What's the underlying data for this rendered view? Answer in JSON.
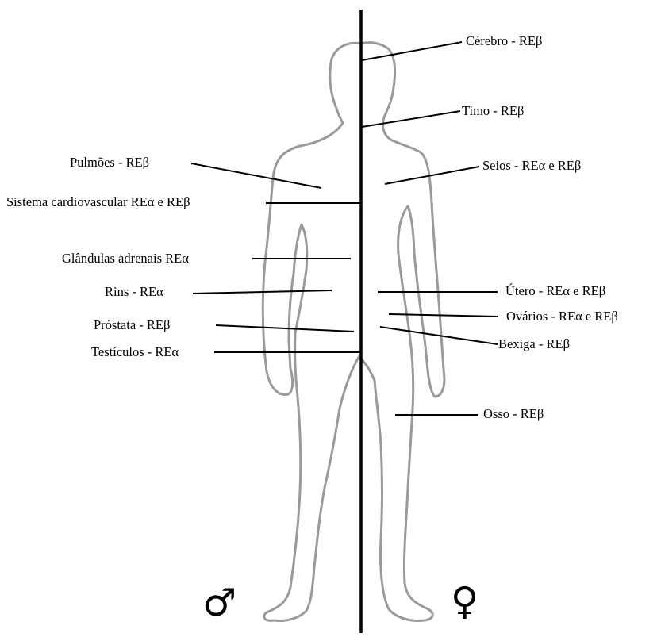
{
  "labels": {
    "male": {
      "pulmoes": "Pulmões - REβ",
      "cardio": "Sistema cardiovascular REα e REβ",
      "adrenais": "Glândulas adrenais REα",
      "rins": "Rins - REα",
      "prostata": "Próstata - REβ",
      "testiculos": "Testículos - REα"
    },
    "female": {
      "cerebro": "Cérebro - REβ",
      "timo": "Timo - REβ",
      "seios": "Seios - REα e REβ",
      "utero": "Útero - REα e REβ",
      "ovarios": "Ovários - REα e REβ",
      "bexiga": "Bexiga - REβ",
      "osso": "Osso - REβ"
    }
  },
  "symbols": {
    "male": "♂",
    "female": "♀"
  },
  "colors": {
    "outline": "#9a9a9a",
    "divider": "#000000",
    "text": "#000000"
  }
}
